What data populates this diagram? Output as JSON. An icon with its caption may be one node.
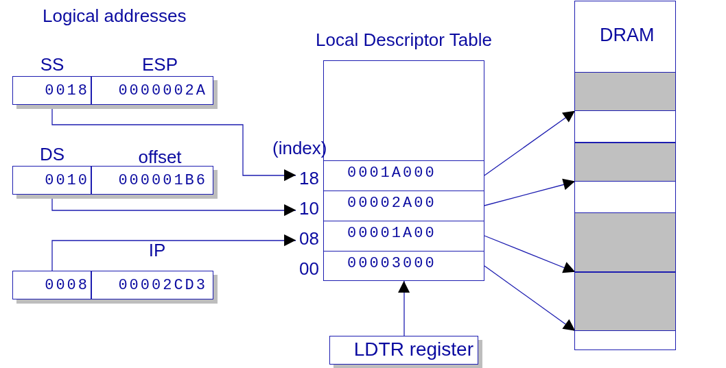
{
  "diagram": {
    "nodes": [
      {
        "text": [
          "SS",
          "0018"
        ]
      },
      {
        "text": [
          "ESP",
          "0000002A"
        ]
      },
      {
        "text": [
          "DS",
          "0010"
        ]
      },
      {
        "text": [
          "offset",
          "000001B6"
        ]
      },
      {
        "text": [
          "0008"
        ]
      },
      {
        "text": [
          "IP",
          "00002CD3"
        ]
      },
      {
        "text": [
          "Local Descriptor Table"
        ]
      },
      {
        "text": [
          "0001A000"
        ],
        "in": 6,
        "beside": [
          "18"
        ]
      },
      {
        "text": [
          "00002A00"
        ],
        "in": 6,
        "beside": [
          "10"
        ]
      },
      {
        "text": [
          "00001A00"
        ],
        "in": 6,
        "beside": [
          "08"
        ]
      },
      {
        "text": [
          "00003000"
        ],
        "in": 6,
        "beside": [
          "00"
        ]
      },
      {
        "text": [
          "LDTR register"
        ]
      },
      {
        "text": [
          "DRAM"
        ]
      },
      {
        "text": [],
        "shape": "box",
        "in": 12
      },
      {
        "text": [],
        "shape": "box",
        "in": 12
      },
      {
        "text": [],
        "shape": "box",
        "in": 12
      },
      {
        "text": [],
        "shape": "box",
        "in": 12
      }
    ],
    "edges": [
      {
        "from": 0,
        "to": 7,
        "arrow": "to"
      },
      {
        "from": 2,
        "to": 8,
        "arrow": "to"
      },
      {
        "from": 4,
        "to": 9,
        "arrow": "to"
      },
      {
        "from": 11,
        "to": 6,
        "arrow": "to"
      },
      {
        "from": 7,
        "to": 13,
        "arrow": "to"
      },
      {
        "from": 8,
        "to": 14,
        "arrow": "to"
      },
      {
        "from": 9,
        "to": 15,
        "arrow": "to"
      },
      {
        "from": 10,
        "to": 16,
        "arrow": "to"
      }
    ],
    "labels": [
      "Logical addresses",
      "(index)"
    ]
  }
}
